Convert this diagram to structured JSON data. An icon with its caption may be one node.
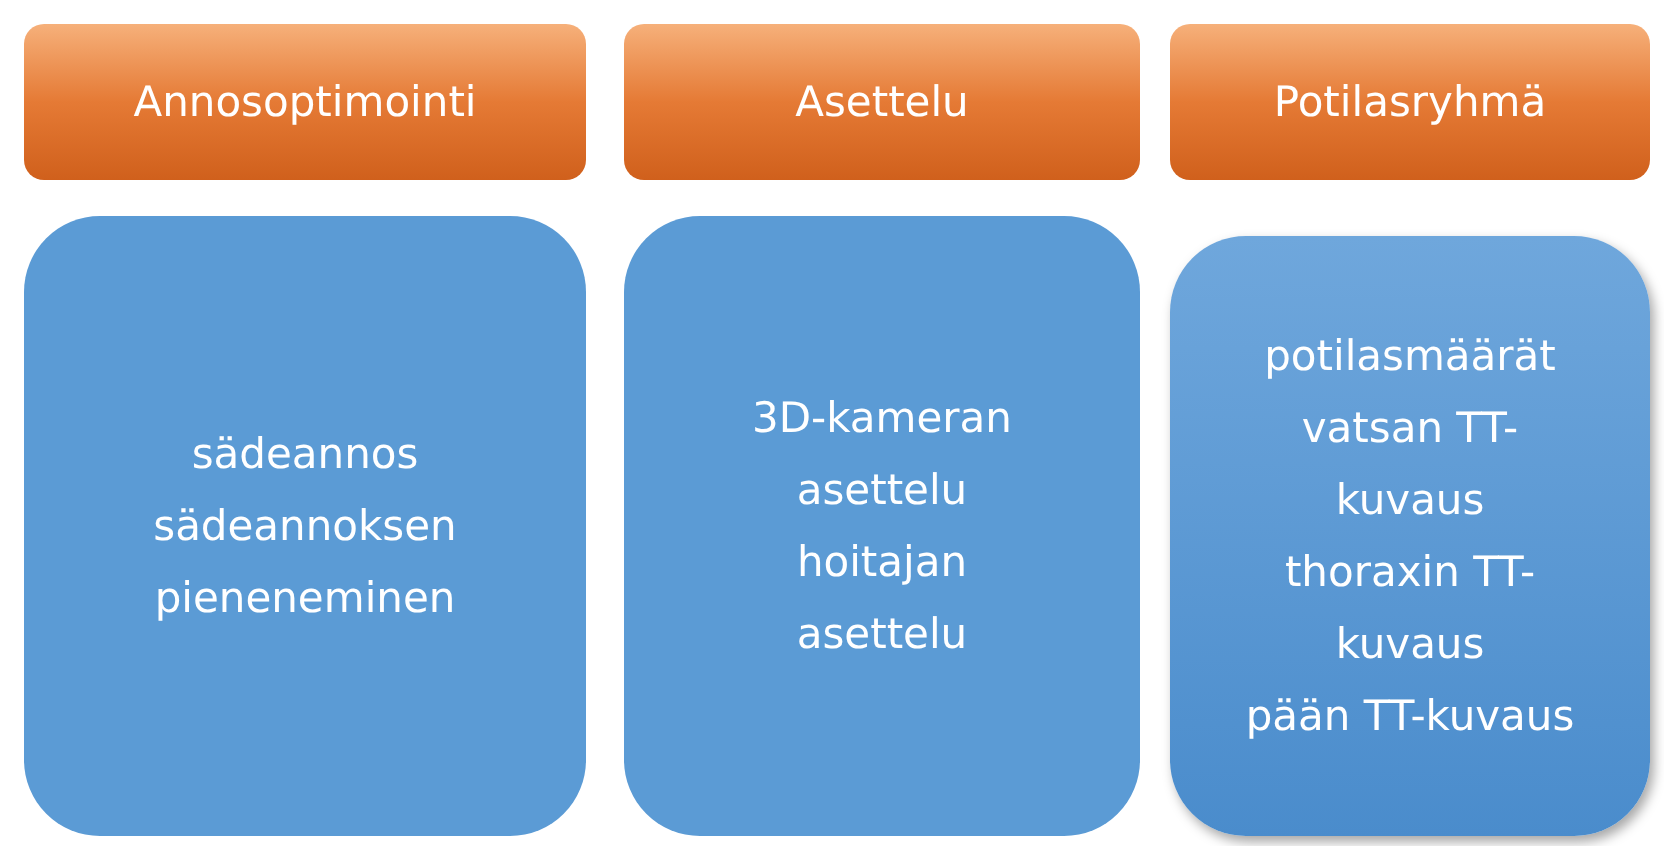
{
  "diagram": {
    "nodes": [
      {
        "text": [
          "Annosoptimointi"
        ]
      },
      {
        "text": [
          "Asettelu"
        ]
      },
      {
        "text": [
          "Potilasryhmä"
        ]
      },
      {
        "text": [
          "sädeannos",
          "sädeannoksen pieneneminen"
        ]
      },
      {
        "text": [
          "3D-kameran asettelu",
          "hoitajan asettelu"
        ]
      },
      {
        "text": [
          "potilasmäärät",
          "vatsan TT-kuvaus",
          "thoraxin TT-kuvaus",
          "pään TT-kuvaus"
        ]
      }
    ]
  }
}
